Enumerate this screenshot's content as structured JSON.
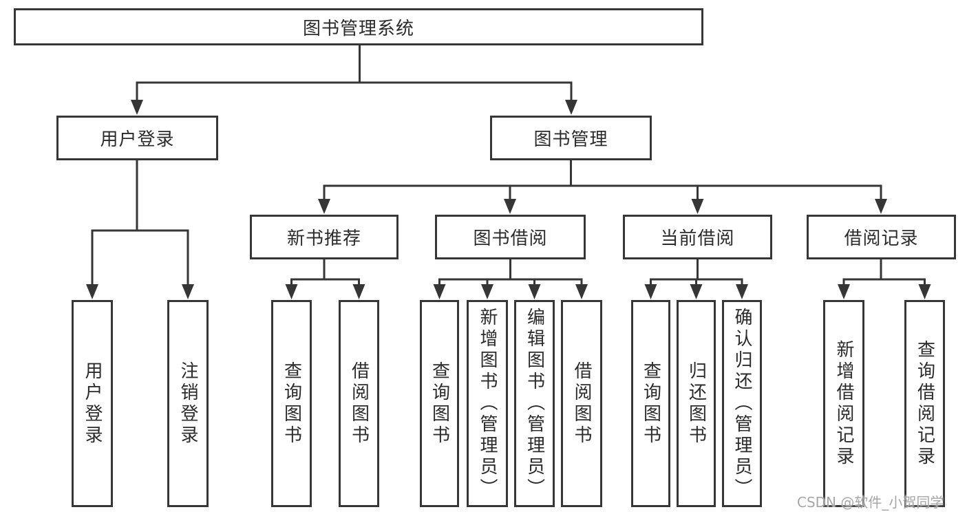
{
  "diagram": {
    "type": "hierarchy-tree",
    "colors": {
      "line": "#363636",
      "box_border": "#363636",
      "box_fill": "#ffffff",
      "text": "#2b2b2b",
      "watermark": "#a6a6a6",
      "background": "#ffffff"
    },
    "watermark": "CSDN @软件_小贺同学",
    "tree": {
      "label": "图书管理系统",
      "children": [
        {
          "label": "用户登录",
          "children": [
            {
              "label": "用户登录"
            },
            {
              "label": "注销登录"
            }
          ]
        },
        {
          "label": "图书管理",
          "children": [
            {
              "label": "新书推荐",
              "children": [
                {
                  "label": "查询图书"
                },
                {
                  "label": "借阅图书"
                }
              ]
            },
            {
              "label": "图书借阅",
              "children": [
                {
                  "label": "查询图书"
                },
                {
                  "label": "新增图书（管理员）"
                },
                {
                  "label": "编辑图书（管理员）"
                },
                {
                  "label": "借阅图书"
                }
              ]
            },
            {
              "label": "当前借阅",
              "children": [
                {
                  "label": "查询图书"
                },
                {
                  "label": "归还图书"
                },
                {
                  "label": "确认归还（管理员）"
                }
              ]
            },
            {
              "label": "借阅记录",
              "children": [
                {
                  "label": "新增借阅记录"
                },
                {
                  "label": "查询借阅记录"
                }
              ]
            }
          ]
        }
      ]
    }
  }
}
